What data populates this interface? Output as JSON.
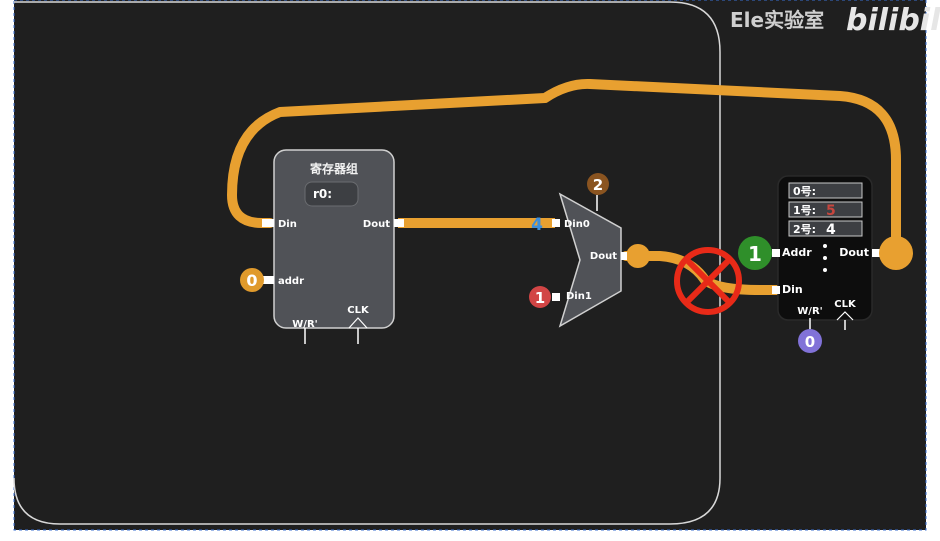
{
  "watermark": {
    "text": "Ele实验室",
    "logo": "bilibili"
  },
  "register_file": {
    "title": "寄存器组",
    "register_label": "r0:",
    "register_value": "",
    "port_din": "Din",
    "port_dout": "Dout",
    "port_addr": "addr",
    "port_wr": "W/R'",
    "port_clk": "CLK",
    "addr_value": "0"
  },
  "mux": {
    "port_din0": "Din0",
    "port_din1": "Din1",
    "port_dout": "Dout",
    "select_value": "2",
    "din1_value": "1",
    "wire_value": "4"
  },
  "memory": {
    "rows": [
      {
        "label": "0号:",
        "value": ""
      },
      {
        "label": "1号:",
        "value": "5"
      },
      {
        "label": "2号:",
        "value": "4"
      }
    ],
    "port_addr": "Addr",
    "port_dout": "Dout",
    "port_din": "Din",
    "port_wr": "W/R'",
    "port_clk": "CLK",
    "addr_value": "1",
    "wr_value": "0"
  },
  "colors": {
    "background": "#1f1f1f",
    "wire": "#e8a030",
    "block": "#505257",
    "cross": "#e82a18",
    "node_orange": "#e09a2c",
    "node_brown": "#8a5420",
    "node_red": "#d24545",
    "node_green": "#2f8f2a",
    "node_purple": "#8172d8"
  }
}
